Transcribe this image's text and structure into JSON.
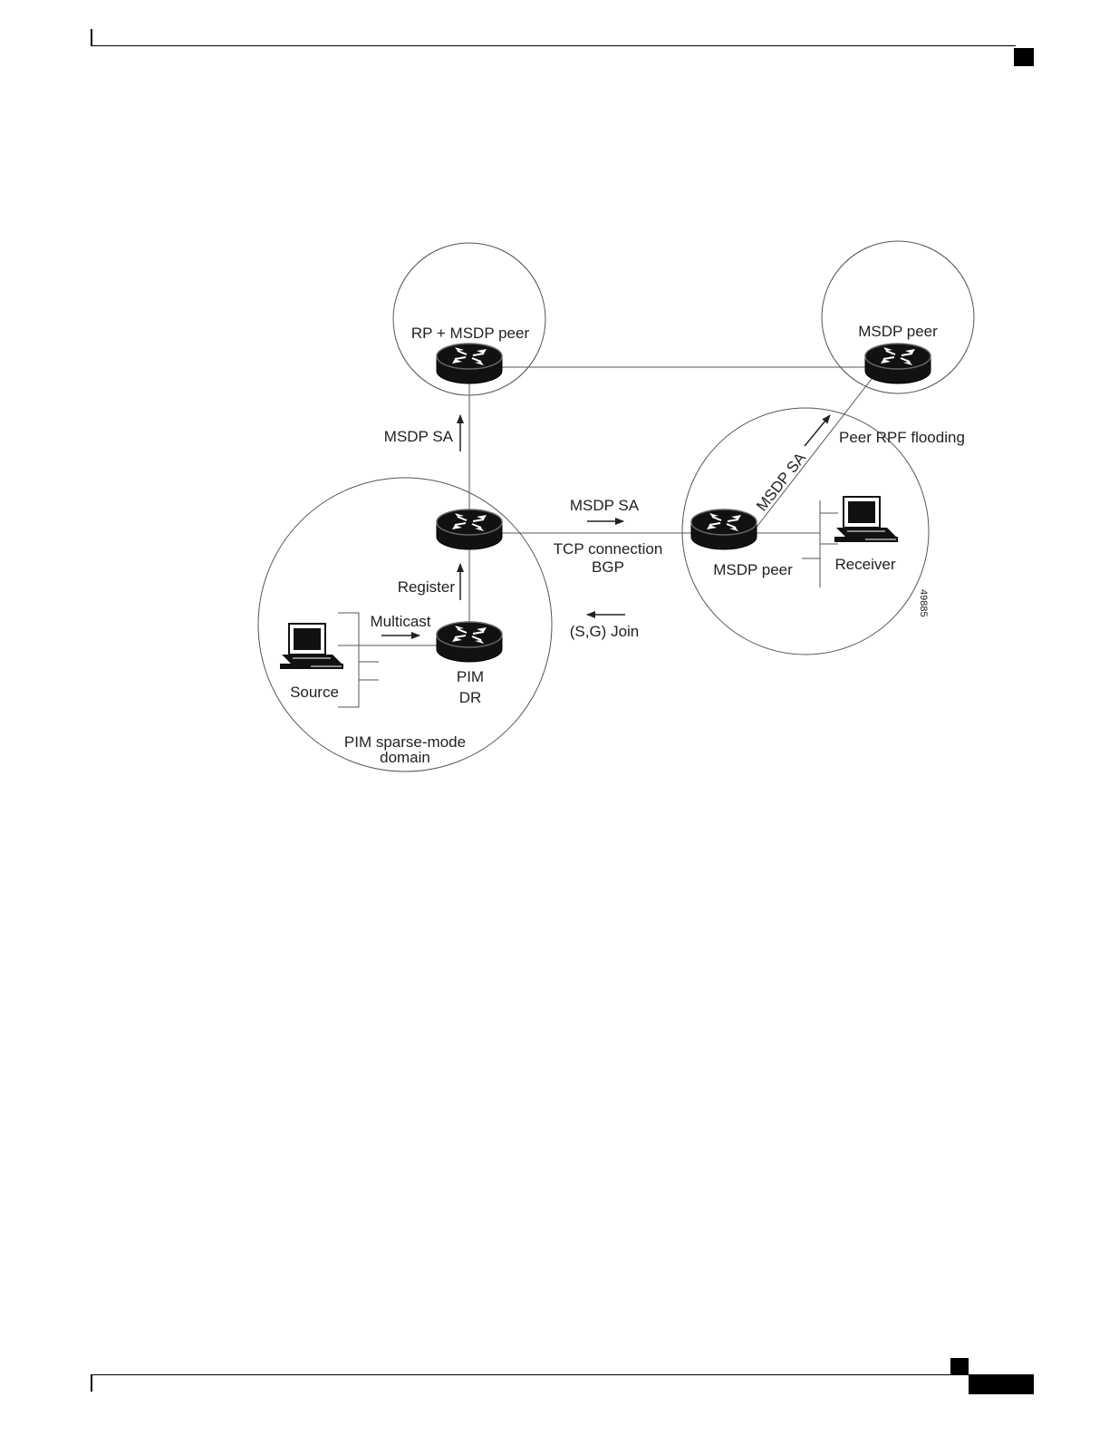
{
  "labels": {
    "rp_msdp_peer": "RP + MSDP peer",
    "msdp_peer_top": "MSDP peer",
    "msdp_sa_vertical": "MSDP SA",
    "peer_rpf_flooding": "Peer RPF flooding",
    "msdp_sa_diagonal": "MSDP SA",
    "msdp_sa_horizontal": "MSDP SA",
    "tcp_connection": "TCP connection",
    "bgp": "BGP",
    "msdp_peer_right": "MSDP peer",
    "receiver": "Receiver",
    "register": "Register",
    "multicast": "Multicast",
    "sg_join": "(S,G) Join",
    "pim": "PIM",
    "dr": "DR",
    "source": "Source",
    "domain_line1": "PIM sparse-mode",
    "domain_line2": "domain",
    "figure_number": "49885"
  },
  "icons": {
    "router": "router-icon",
    "workstation": "workstation-icon"
  }
}
